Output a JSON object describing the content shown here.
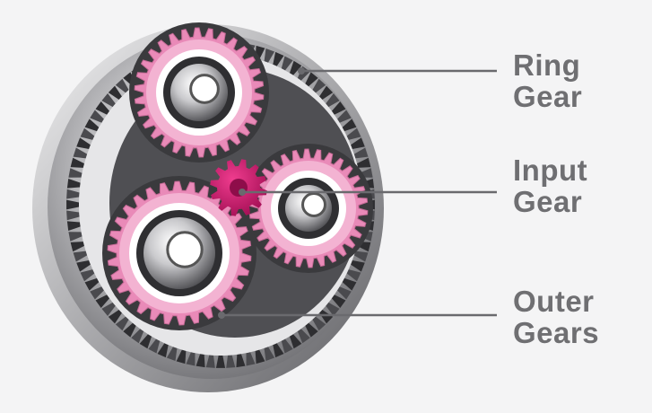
{
  "labels": {
    "ring": {
      "line1": "Ring",
      "line2": "Gear"
    },
    "input": {
      "line1": "Input",
      "line2": "Gear"
    },
    "outer": {
      "line1": "Outer",
      "line2": "Gears"
    }
  },
  "gears": {
    "ring_teeth": 96,
    "sun_teeth": 12,
    "planet_teeth": 30
  },
  "colors": {
    "background": "#f4f4f5",
    "label_text": "#6f6f72",
    "leader_line": "#6a6a6e",
    "planet_pink": "#e98ab8",
    "sun_magenta": "#d11a73",
    "ring_metal": "#9a9a9c",
    "gear_dark": "#3a3a3d"
  }
}
